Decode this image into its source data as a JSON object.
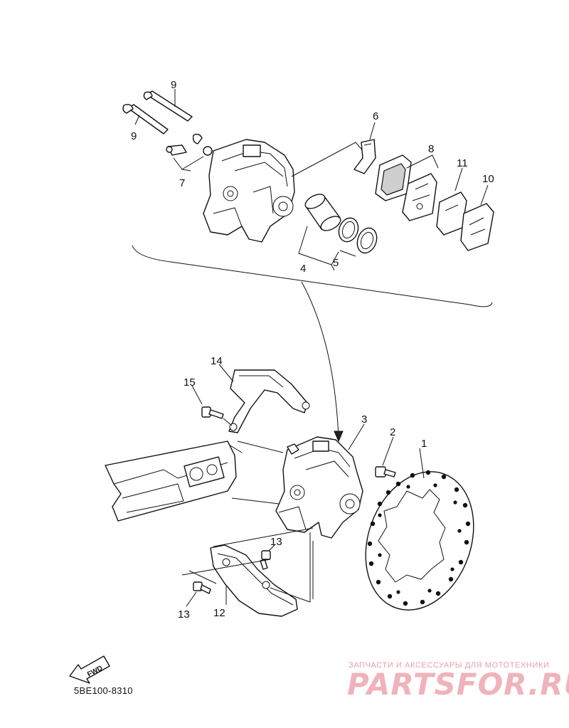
{
  "diagram": {
    "part_numbers": {
      "p1": "1",
      "p2": "2",
      "p3": "3",
      "p4": "4",
      "p5": "5",
      "p6": "6",
      "p7": "7",
      "p8": "8",
      "p9a": "9",
      "p9b": "9",
      "p10": "10",
      "p11": "11",
      "p12": "12",
      "p13a": "13",
      "p13b": "13",
      "p14": "14",
      "p15": "15"
    },
    "fwd_label": "FWD",
    "diagram_code": "5BE100-8310"
  },
  "watermark": {
    "tagline": "ЗАПЧАСТИ И АКСЕССУАРЫ ДЛЯ МОТОТЕХНИКИ",
    "logo": "PARTSFOR.RU"
  }
}
